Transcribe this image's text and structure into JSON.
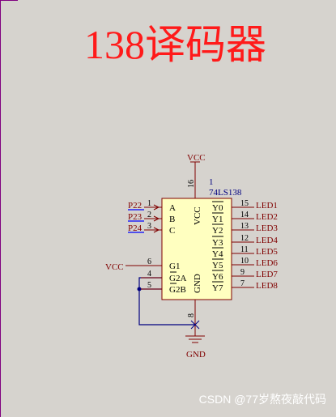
{
  "title": "138译码器",
  "watermark": "CSDN @77岁熬夜敲代码",
  "chip": {
    "ref": "1",
    "part": "74LS138",
    "vcc_pin_number": "16",
    "gnd_pin_number": "8",
    "vcc_internal_label": "VCC",
    "gnd_internal_label": "GND",
    "inputs": [
      {
        "net": "P22",
        "pin": "1",
        "name": "A"
      },
      {
        "net": "P23",
        "pin": "2",
        "name": "B"
      },
      {
        "net": "P24",
        "pin": "3",
        "name": "C"
      }
    ],
    "enables": [
      {
        "pin": "6",
        "name": "G1"
      },
      {
        "pin": "4",
        "name": "G2A"
      },
      {
        "pin": "5",
        "name": "G2B"
      }
    ],
    "enable_net": "VCC",
    "outputs": [
      {
        "pin": "15",
        "name": "Y0",
        "net": "LED1"
      },
      {
        "pin": "14",
        "name": "Y1",
        "net": "LED2"
      },
      {
        "pin": "13",
        "name": "Y2",
        "net": "LED3"
      },
      {
        "pin": "12",
        "name": "Y3",
        "net": "LED4"
      },
      {
        "pin": "11",
        "name": "Y4",
        "net": "LED5"
      },
      {
        "pin": "10",
        "name": "Y5",
        "net": "LED6"
      },
      {
        "pin": "9",
        "name": "Y6",
        "net": "LED7"
      },
      {
        "pin": "7",
        "name": "Y7",
        "net": "LED8"
      }
    ]
  },
  "power": {
    "vcc_label": "VCC",
    "gnd_label": "GND"
  },
  "colors": {
    "background": "#d6d3ce",
    "title": "#ff1a1a",
    "chip_fill": "#ffffc0",
    "chip_stroke": "#800000",
    "wire_dark": "#800000",
    "wire_blue": "#000080",
    "bus_wire": "#0000ff",
    "net_label": "#800000",
    "ref_text": "#000080"
  }
}
